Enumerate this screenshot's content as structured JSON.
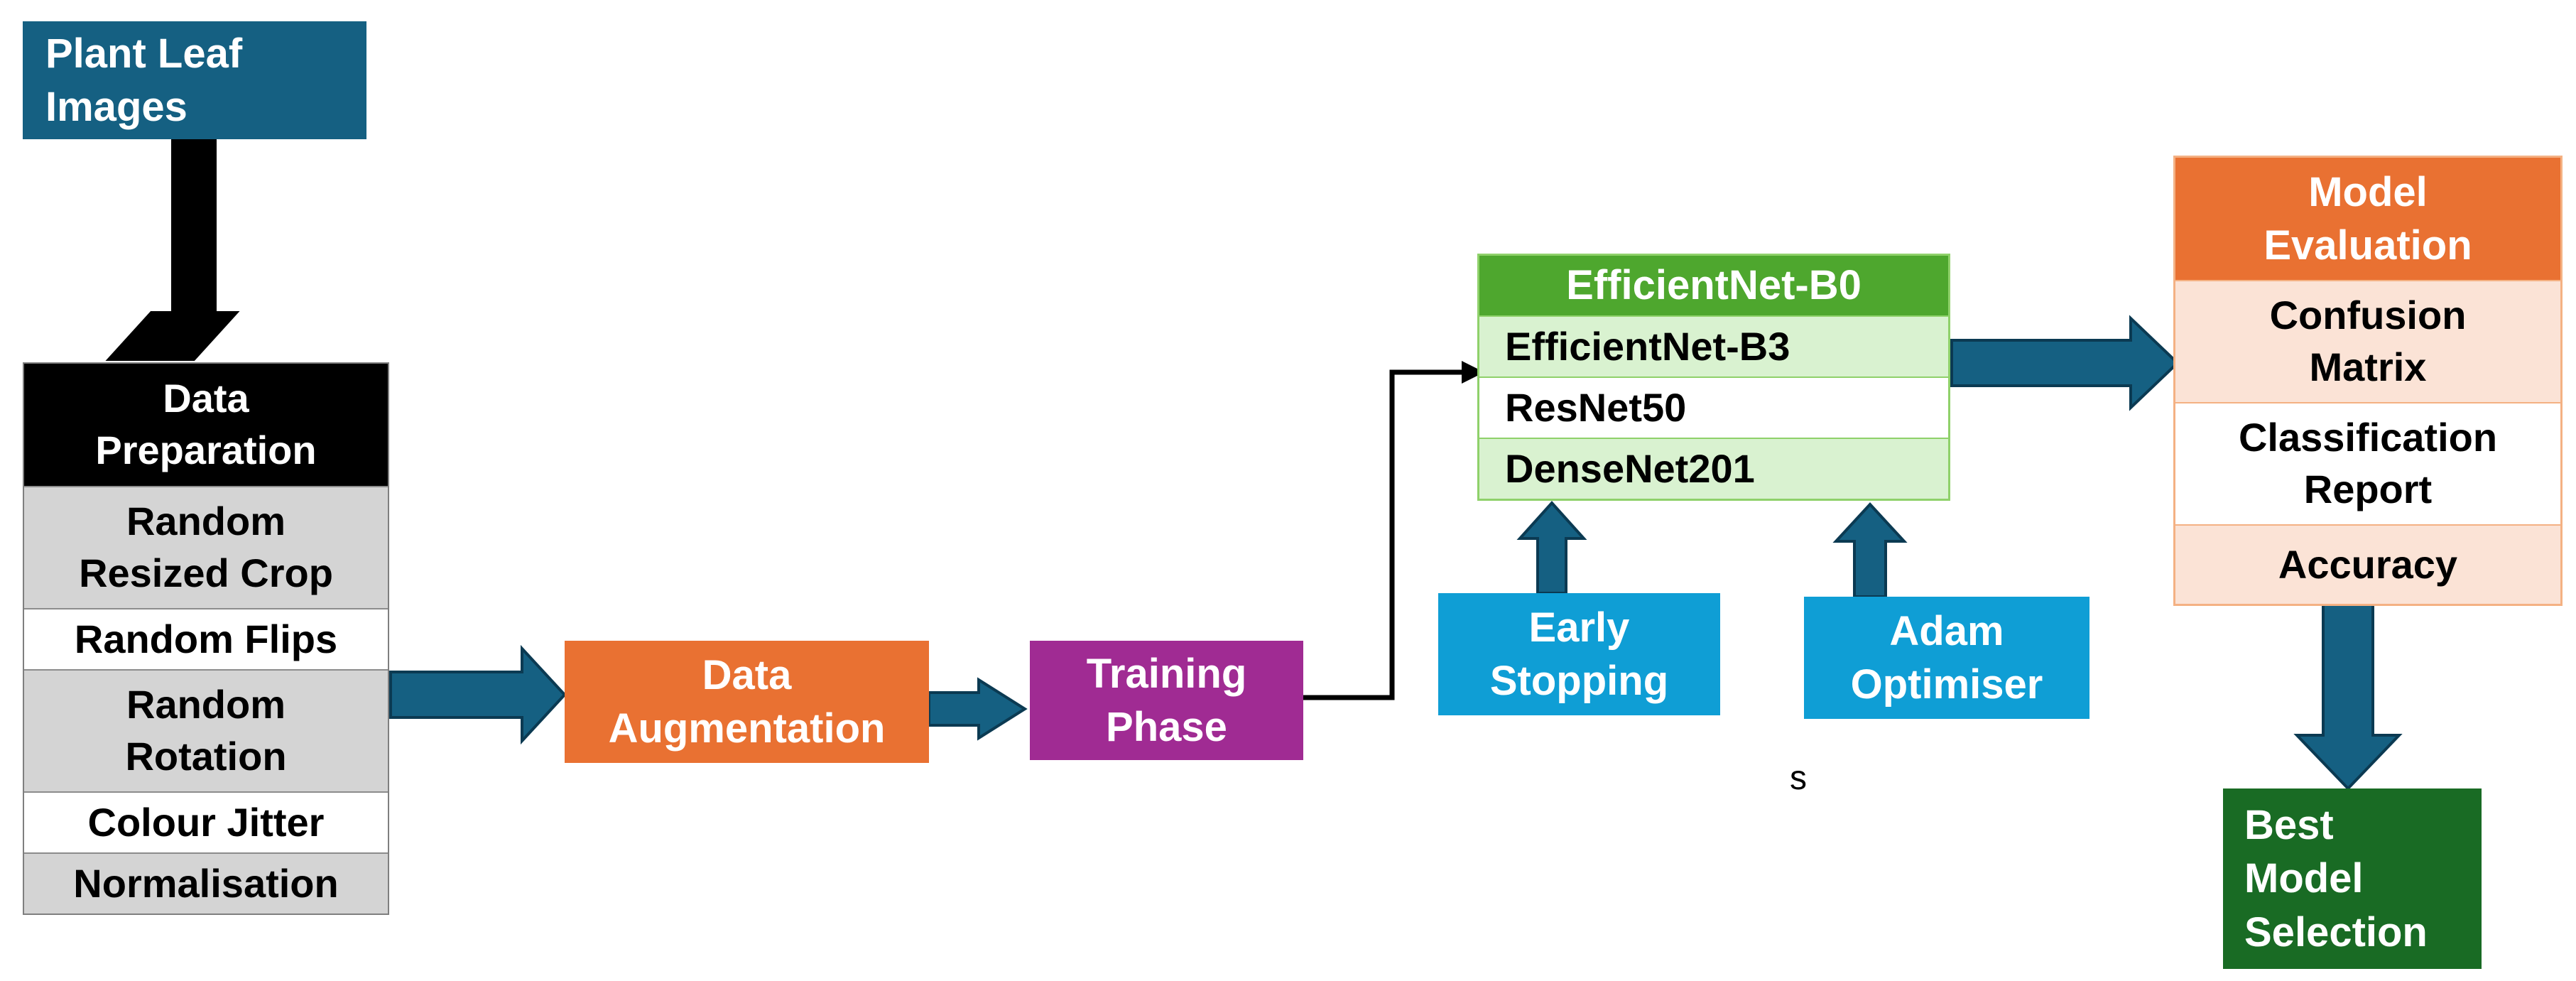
{
  "colors": {
    "teal": "#156082",
    "black": "#000000",
    "orange": "#e97132",
    "purple": "#a02b93",
    "green": "#4ea72e",
    "light_green": "#d9f2d0",
    "sky_blue": "#0f9ed5",
    "peach": "#fbe3d6",
    "dark_green": "#196b24",
    "gray": "#d4d4d4"
  },
  "nodes": {
    "plant_leaf_images": "Plant Leaf\nImages",
    "data_augmentation": "Data\nAugmentation",
    "training_phase": "Training\nPhase",
    "early_stopping": "Early\nStopping",
    "adam_optimiser": "Adam\nOptimiser",
    "best_model_selection": "Best\nModel\nSelection",
    "stray_label": "s"
  },
  "data_preparation": {
    "title": "Data\nPreparation",
    "steps": [
      "Random\nResized Crop",
      "Random Flips",
      "Random\nRotation",
      "Colour Jitter",
      "Normalisation"
    ]
  },
  "models": {
    "title": "EfficientNet-B0",
    "items": [
      "EfficientNet-B3",
      "ResNet50",
      "DenseNet201"
    ]
  },
  "model_evaluation": {
    "title": "Model\nEvaluation",
    "items": [
      "Confusion\nMatrix",
      "Classification\nReport",
      "Accuracy"
    ]
  }
}
